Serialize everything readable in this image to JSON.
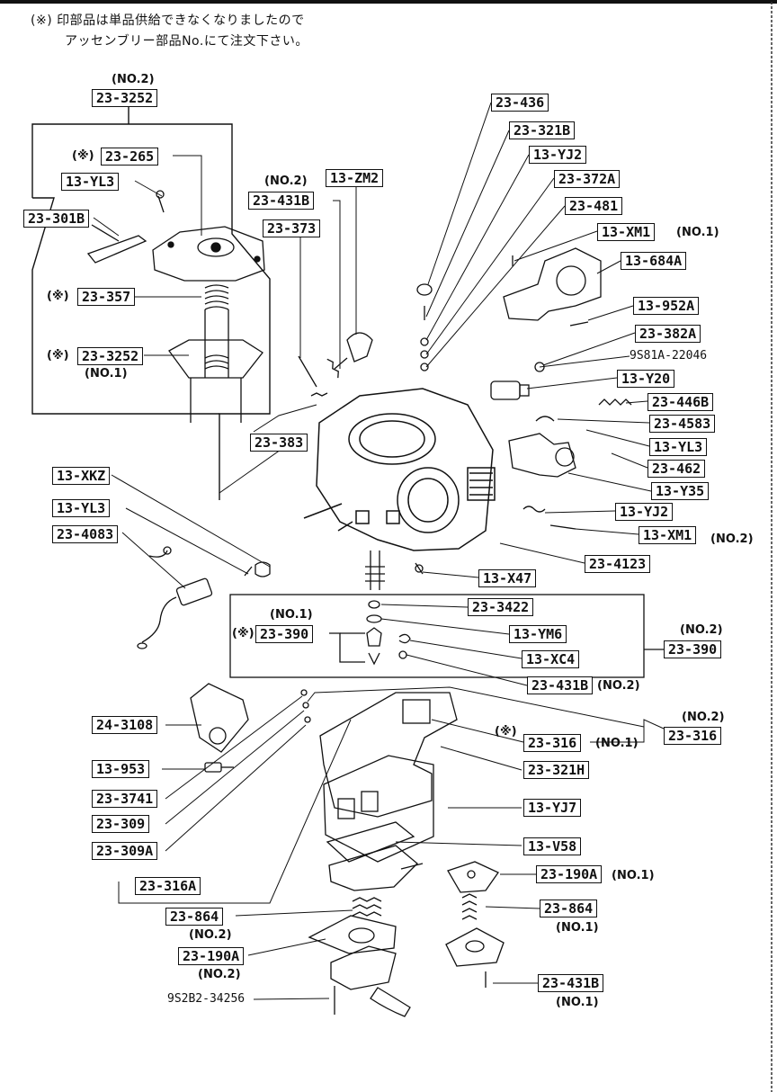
{
  "note": {
    "line1": "(※) 印部品は単品供給できなくなりましたので",
    "line2": "アッセンブリー部品No.にて注文下さい。"
  },
  "labels": {
    "l_23_3252_top": "23-3252",
    "l_23_265": "23-265",
    "l_13_yl3_a": "13-YL3",
    "l_23_301b": "23-301B",
    "l_23_357": "23-357",
    "l_23_3252_no1": "23-3252",
    "l_23_431b_a": "23-431B",
    "l_13_zm2": "13-ZM2",
    "l_23_373": "23-373",
    "l_23_383": "23-383",
    "l_13_xkz": "13-XKZ",
    "l_13_yl3_b": "13-YL3",
    "l_23_4083": "23-4083",
    "l_23_436": "23-436",
    "l_23_321b": "23-321B",
    "l_13_yj2_a": "13-YJ2",
    "l_23_372a": "23-372A",
    "l_23_481": "23-481",
    "l_13_xm1_a": "13-XM1",
    "l_13_684a": "13-684A",
    "l_13_952a": "13-952A",
    "l_23_382a": "23-382A",
    "l_13_y20": "13-Y20",
    "l_23_446b": "23-446B",
    "l_23_4583": "23-4583",
    "l_13_yl3_c": "13-YL3",
    "l_23_462": "23-462",
    "l_13_y35": "13-Y35",
    "l_13_yj2_b": "13-YJ2",
    "l_13_xm1_b": "13-XM1",
    "l_23_4123": "23-4123",
    "l_13_x47": "13-X47",
    "l_23_3422": "23-3422",
    "l_13_ym6": "13-YM6",
    "l_23_390_no1": "23-390",
    "l_13_xc4": "13-XC4",
    "l_23_431b_b": "23-431B",
    "l_23_390_no2": "23-390",
    "l_24_3108": "24-3108",
    "l_13_953": "13-953",
    "l_23_3741": "23-3741",
    "l_23_309": "23-309",
    "l_23_309a": "23-309A",
    "l_23_316a": "23-316A",
    "l_23_316_no1": "23-316",
    "l_23_316_no2": "23-316",
    "l_23_321h": "23-321H",
    "l_13_yj7": "13-YJ7",
    "l_13_v58": "13-V58",
    "l_23_190a_no1": "23-190A",
    "l_23_864_no1": "23-864",
    "l_23_431b_c": "23-431B",
    "l_23_864_no2": "23-864",
    "l_23_190a_no2": "23-190A"
  },
  "plain": {
    "p_9s81a": "9S81A-22046",
    "p_9s2b2": "9S2B2-34256"
  },
  "tags": {
    "no1": "(NO.1)",
    "no2": "(NO.2)",
    "kome": "(※)"
  }
}
